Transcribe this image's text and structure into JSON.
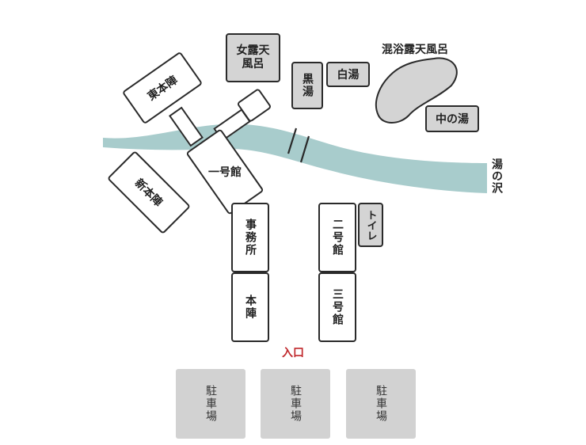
{
  "buildings": {
    "higashi_honjin": "東本陣",
    "shin_honjin": "新本陣",
    "ichigokan": "一号館",
    "jimusho": "事務所",
    "honjin": "本陣",
    "nigokan": "二号館",
    "sangokan": "三号館",
    "toilet": "トイレ",
    "onna_roten": "女露天風呂",
    "kuroyu": "黒湯",
    "shirayu": "白湯",
    "naka_no_yu": "中の湯",
    "konyoku_roten": "混浴露天風呂"
  },
  "labels": {
    "river": "湯の沢",
    "entrance": "入口"
  },
  "parking": [
    "駐車場",
    "駐車場",
    "駐車場"
  ],
  "colors": {
    "river": "#a8cccc",
    "building_border": "#2a2a2a",
    "bath_fill": "#d4d4d4",
    "parking_fill": "#d2d2d2",
    "entrance_text": "#c0282c"
  }
}
